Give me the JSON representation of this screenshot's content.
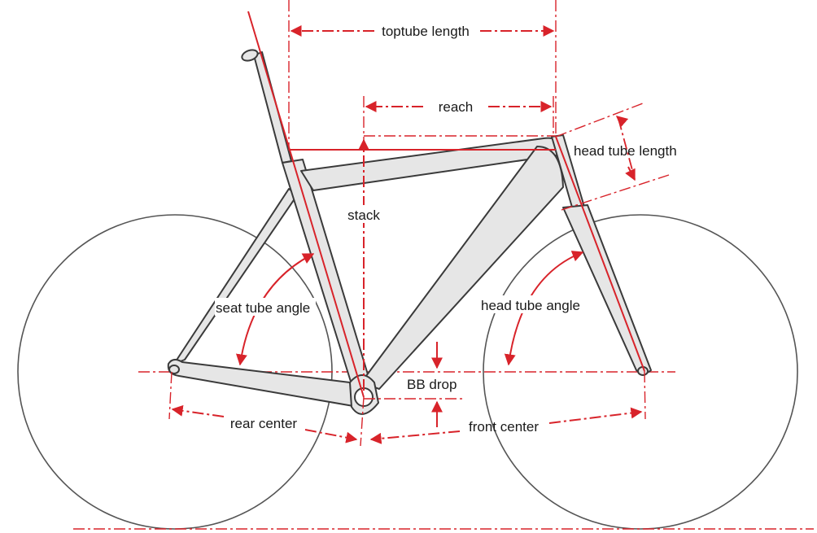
{
  "labels": {
    "toptube_length": "toptube length",
    "reach": "reach",
    "head_tube_length": "head tube length",
    "stack": "stack",
    "seat_tube_angle": "seat tube angle",
    "head_tube_angle": "head tube angle",
    "bb_drop": "BB drop",
    "rear_center": "rear center",
    "front_center": "front center"
  },
  "colors": {
    "dimension_red": "#d8232a",
    "frame_fill": "#e6e6e6",
    "frame_outline": "#3a3a3a",
    "wheel_outline": "#555555",
    "text": "#1a1a1a"
  }
}
